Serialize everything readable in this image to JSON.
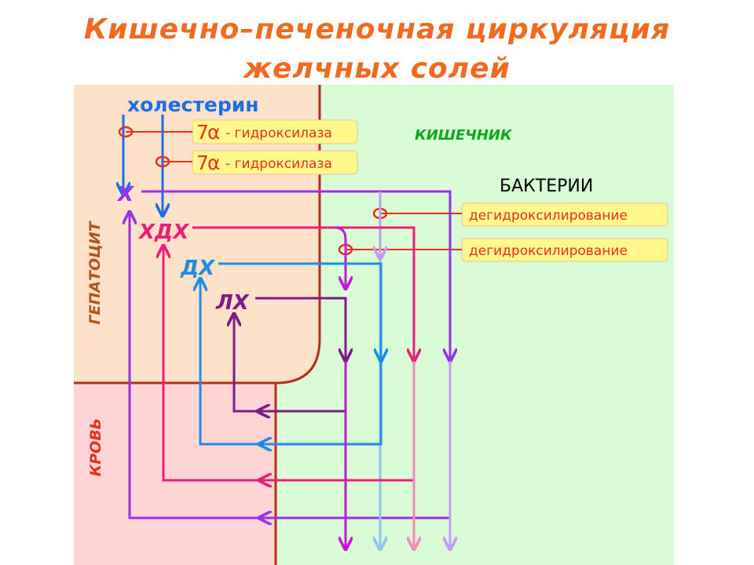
{
  "title": {
    "line1": "Кишечно–печеночная циркуляция",
    "line2": "желчных солей"
  },
  "regions": {
    "hepatocyte": "ГЕПАТОЦИТ",
    "blood": "КРОВЬ",
    "intestine": "КИШЕЧНИК",
    "bacteria": "БАКТЕРИИ"
  },
  "nodes": {
    "cholesterol": "холестерин",
    "ch": "Х",
    "hdch": "ХДХ",
    "dch": "ДХ",
    "lch": "ЛХ"
  },
  "enzymes": {
    "hydroxylase1": {
      "prefix": "7",
      "greek": "α",
      "suffix": "- гидроксилаза"
    },
    "hydroxylase2": {
      "prefix": "7",
      "greek": "α",
      "suffix": "- гидроксилаза"
    },
    "dehydroxylation1": "дегидроксилирование",
    "dehydroxylation2": "дегидроксилирование"
  },
  "colors": {
    "title": "#f06a1f",
    "hepatocyte_bg": "#fde1c8",
    "blood_bg": "#fdd5d5",
    "intestine_bg": "#d9fcd7",
    "border": "#b0301c",
    "cholesterol_blue": "#1a6ee8",
    "ch_purple": "#9a2fe8",
    "hdch_pink": "#ea1f7a",
    "dch_blue": "#1f8ae8",
    "lch_violet": "#7d1a8a",
    "enzyme_box": "#fff88a",
    "enzyme_text": "#e8301f",
    "region_hep_text": "#b0541c",
    "region_blood_text": "#e8301f",
    "region_int_text": "#0aa81a"
  }
}
